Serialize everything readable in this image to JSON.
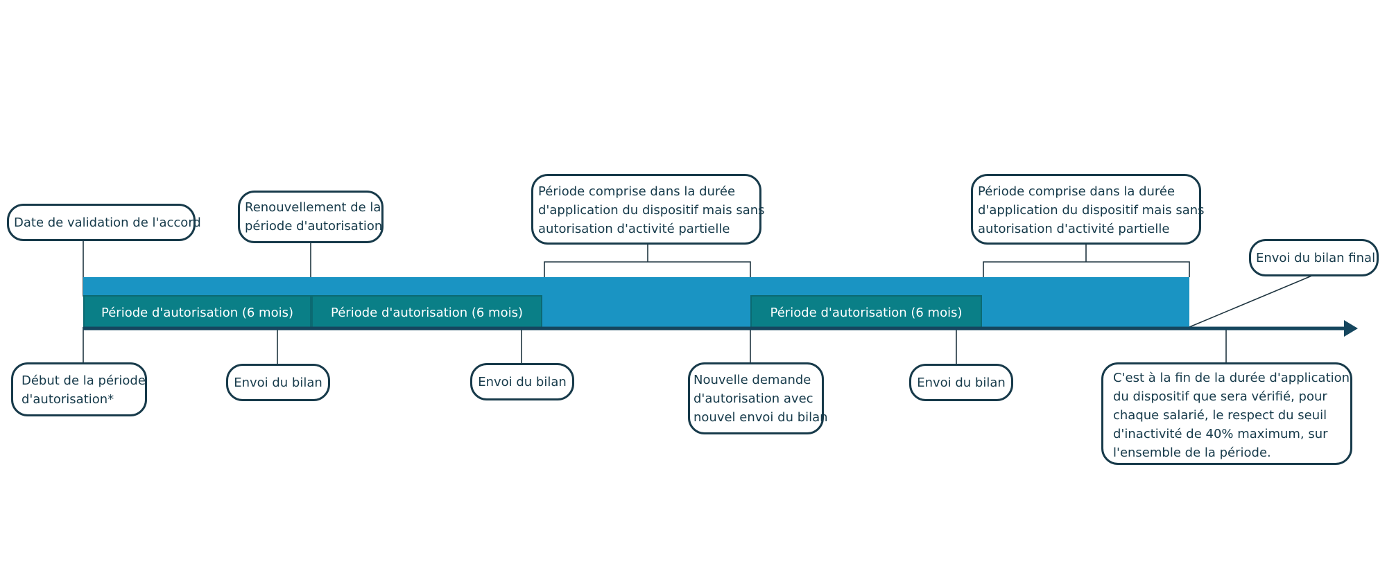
{
  "callouts": {
    "validation_date": "Date de validation de l'accord",
    "renewal": [
      "Renouvellement de la",
      "période d'autorisation"
    ],
    "gap_period_1": [
      "Période comprise dans la durée",
      "d'application du dispositif mais sans",
      "autorisation d'activité partielle"
    ],
    "gap_period_2": [
      "Période comprise dans la durée",
      "d'application du dispositif mais sans",
      "autorisation d'activité partielle"
    ],
    "final_report": "Envoi du bilan final",
    "start_period": [
      "Début de la période",
      "d'autorisation*"
    ],
    "report_1": "Envoi du bilan",
    "report_2": "Envoi du bilan",
    "new_request": [
      "Nouvelle demande",
      "d'autorisation avec",
      "nouvel envoi du bilan"
    ],
    "report_3": "Envoi du bilan",
    "end_note": [
      "C'est à la fin de la durée d'application",
      "du dispositif que sera vérifié, pour",
      "chaque salarié, le respect du seuil",
      "d'inactivité de 40% maximum, sur",
      "l'ensemble de la période."
    ]
  },
  "periods": {
    "p1": "Période d'autorisation (6 mois)",
    "p2": "Période d'autorisation (6 mois)",
    "p3": "Période d'autorisation (6 mois)"
  },
  "colors": {
    "application_band": "#1a94c3",
    "authorization_period": "#0a7f87",
    "timeline_arrow": "#15465e",
    "outline": "#173a4a"
  }
}
